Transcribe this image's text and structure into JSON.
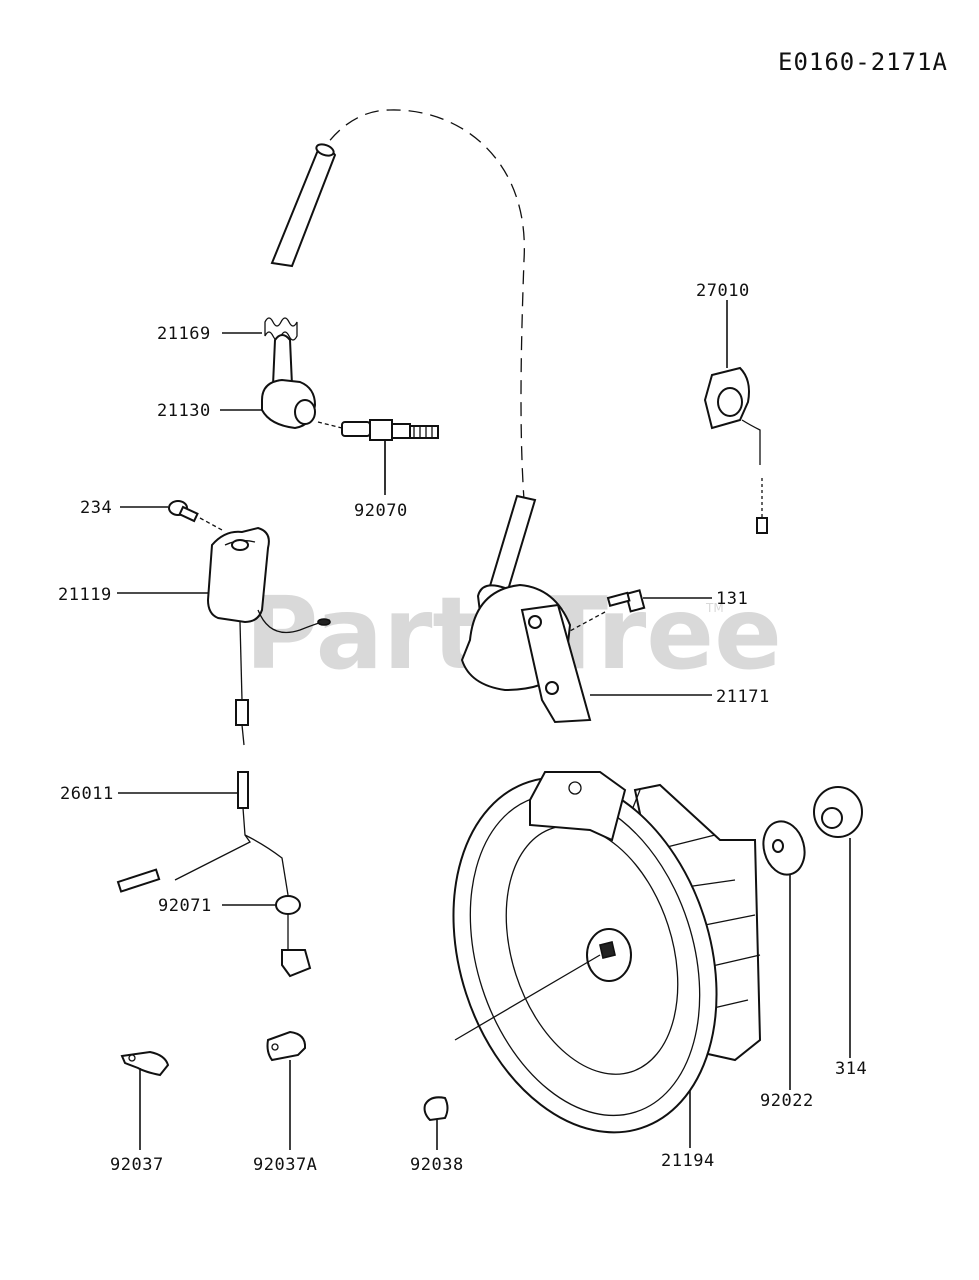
{
  "diagram_code": "E0160-2171A",
  "watermark": "PartsTree",
  "trademark": "TM",
  "labels": {
    "p27010": "27010",
    "p21169": "21169",
    "p21130": "21130",
    "p92070": "92070",
    "p234": "234",
    "p21119": "21119",
    "p131": "131",
    "p21171": "21171",
    "p26011": "26011",
    "p92071": "92071",
    "p314": "314",
    "p92022": "92022",
    "p92037": "92037",
    "p92037A": "92037A",
    "p92038": "92038",
    "p21194": "21194"
  }
}
